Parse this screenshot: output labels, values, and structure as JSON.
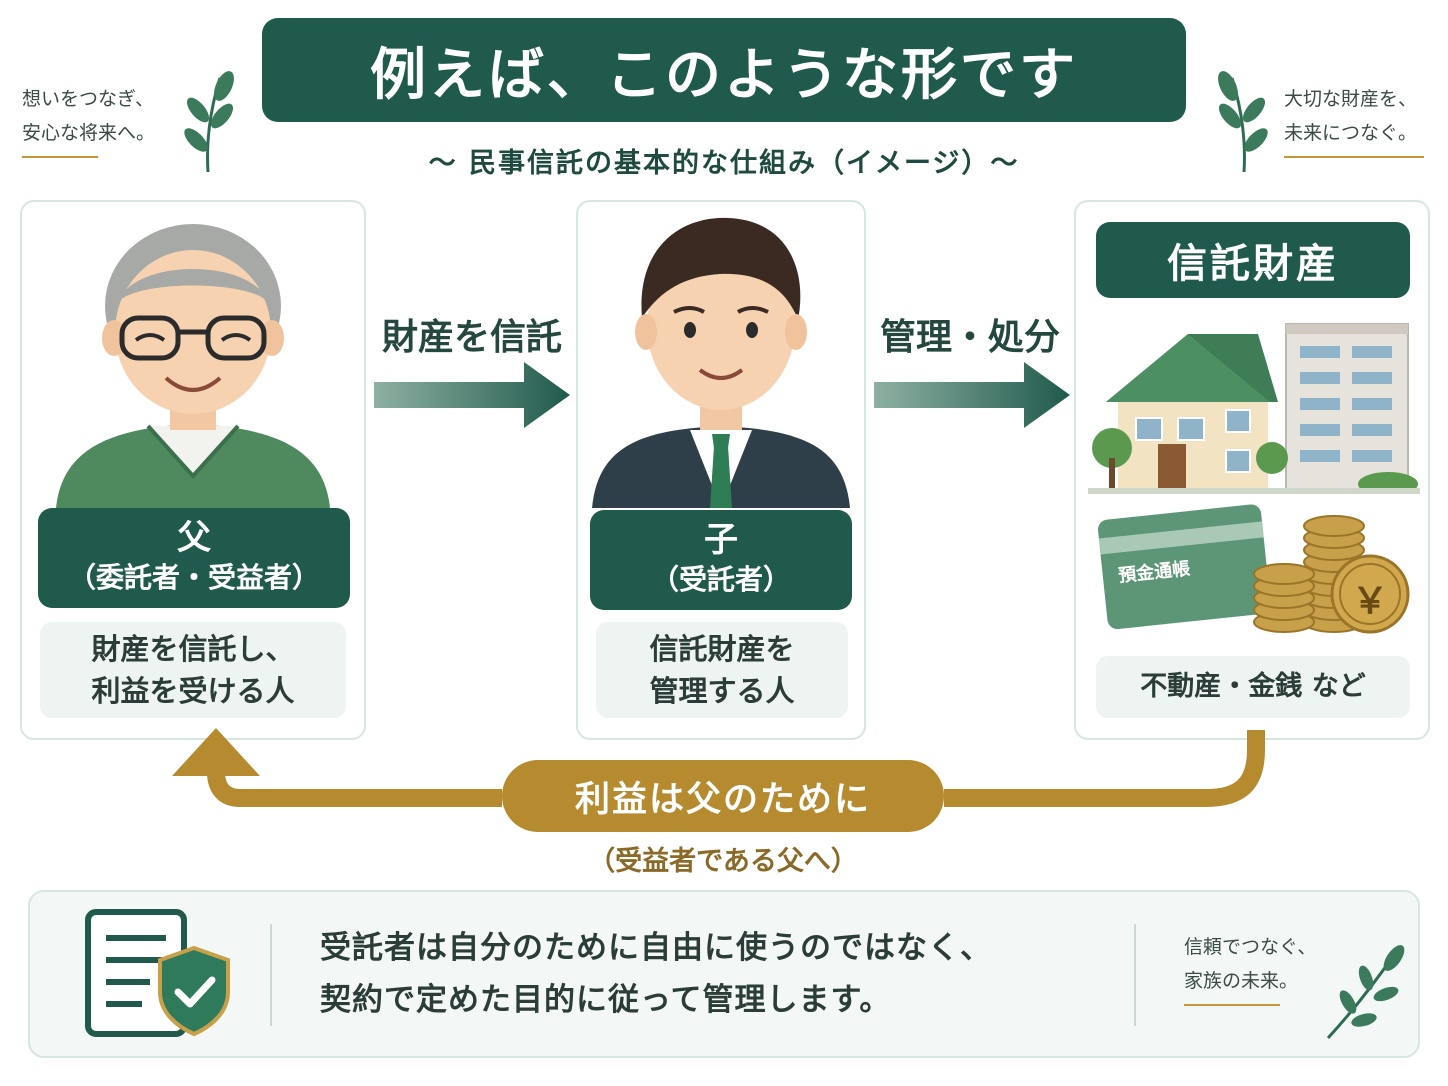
{
  "header": {
    "title": "例えば、このような形です",
    "subtitle": "～ 民事信託の基本的な仕組み（イメージ）～",
    "left_note": [
      "想いをつなぎ、",
      "安心な将来へ。"
    ],
    "right_note": [
      "大切な財産を、",
      "未来につなぐ。"
    ]
  },
  "father": {
    "name": "父",
    "role": "（委託者・受益者）",
    "desc": [
      "財産を信託し、",
      "利益を受ける人"
    ]
  },
  "arrows": {
    "entrust_label": "財産を信託",
    "manage_label": "管理・処分"
  },
  "child": {
    "name": "子",
    "role": "（受託者）",
    "desc": [
      "信託財産を",
      "管理する人"
    ]
  },
  "assets": {
    "title": "信託財産",
    "passbook_label": "預金通帳",
    "yen_symbol": "￥",
    "desc": "不動産・金銭 など"
  },
  "benefit": {
    "label": "利益は父のために",
    "sub": "（受益者である父へ）"
  },
  "note": {
    "lines": [
      "受託者は自分のために自由に使うのではなく、",
      "契約で定めた目的に従って管理します。"
    ],
    "side": [
      "信頼でつなぐ、",
      "家族の未来。"
    ]
  },
  "colors": {
    "primary_green": "#1f5a4c",
    "gold": "#b68a2e",
    "light_panel": "#eef4f1",
    "card_border": "#d7e6e0"
  },
  "icons": {
    "document_shield": "document-shield-icon",
    "leaf": "leaf-sprig-icon",
    "house": "house-icon",
    "building": "apartment-building-icon",
    "passbook": "passbook-icon",
    "coins": "coin-stack-icon"
  }
}
